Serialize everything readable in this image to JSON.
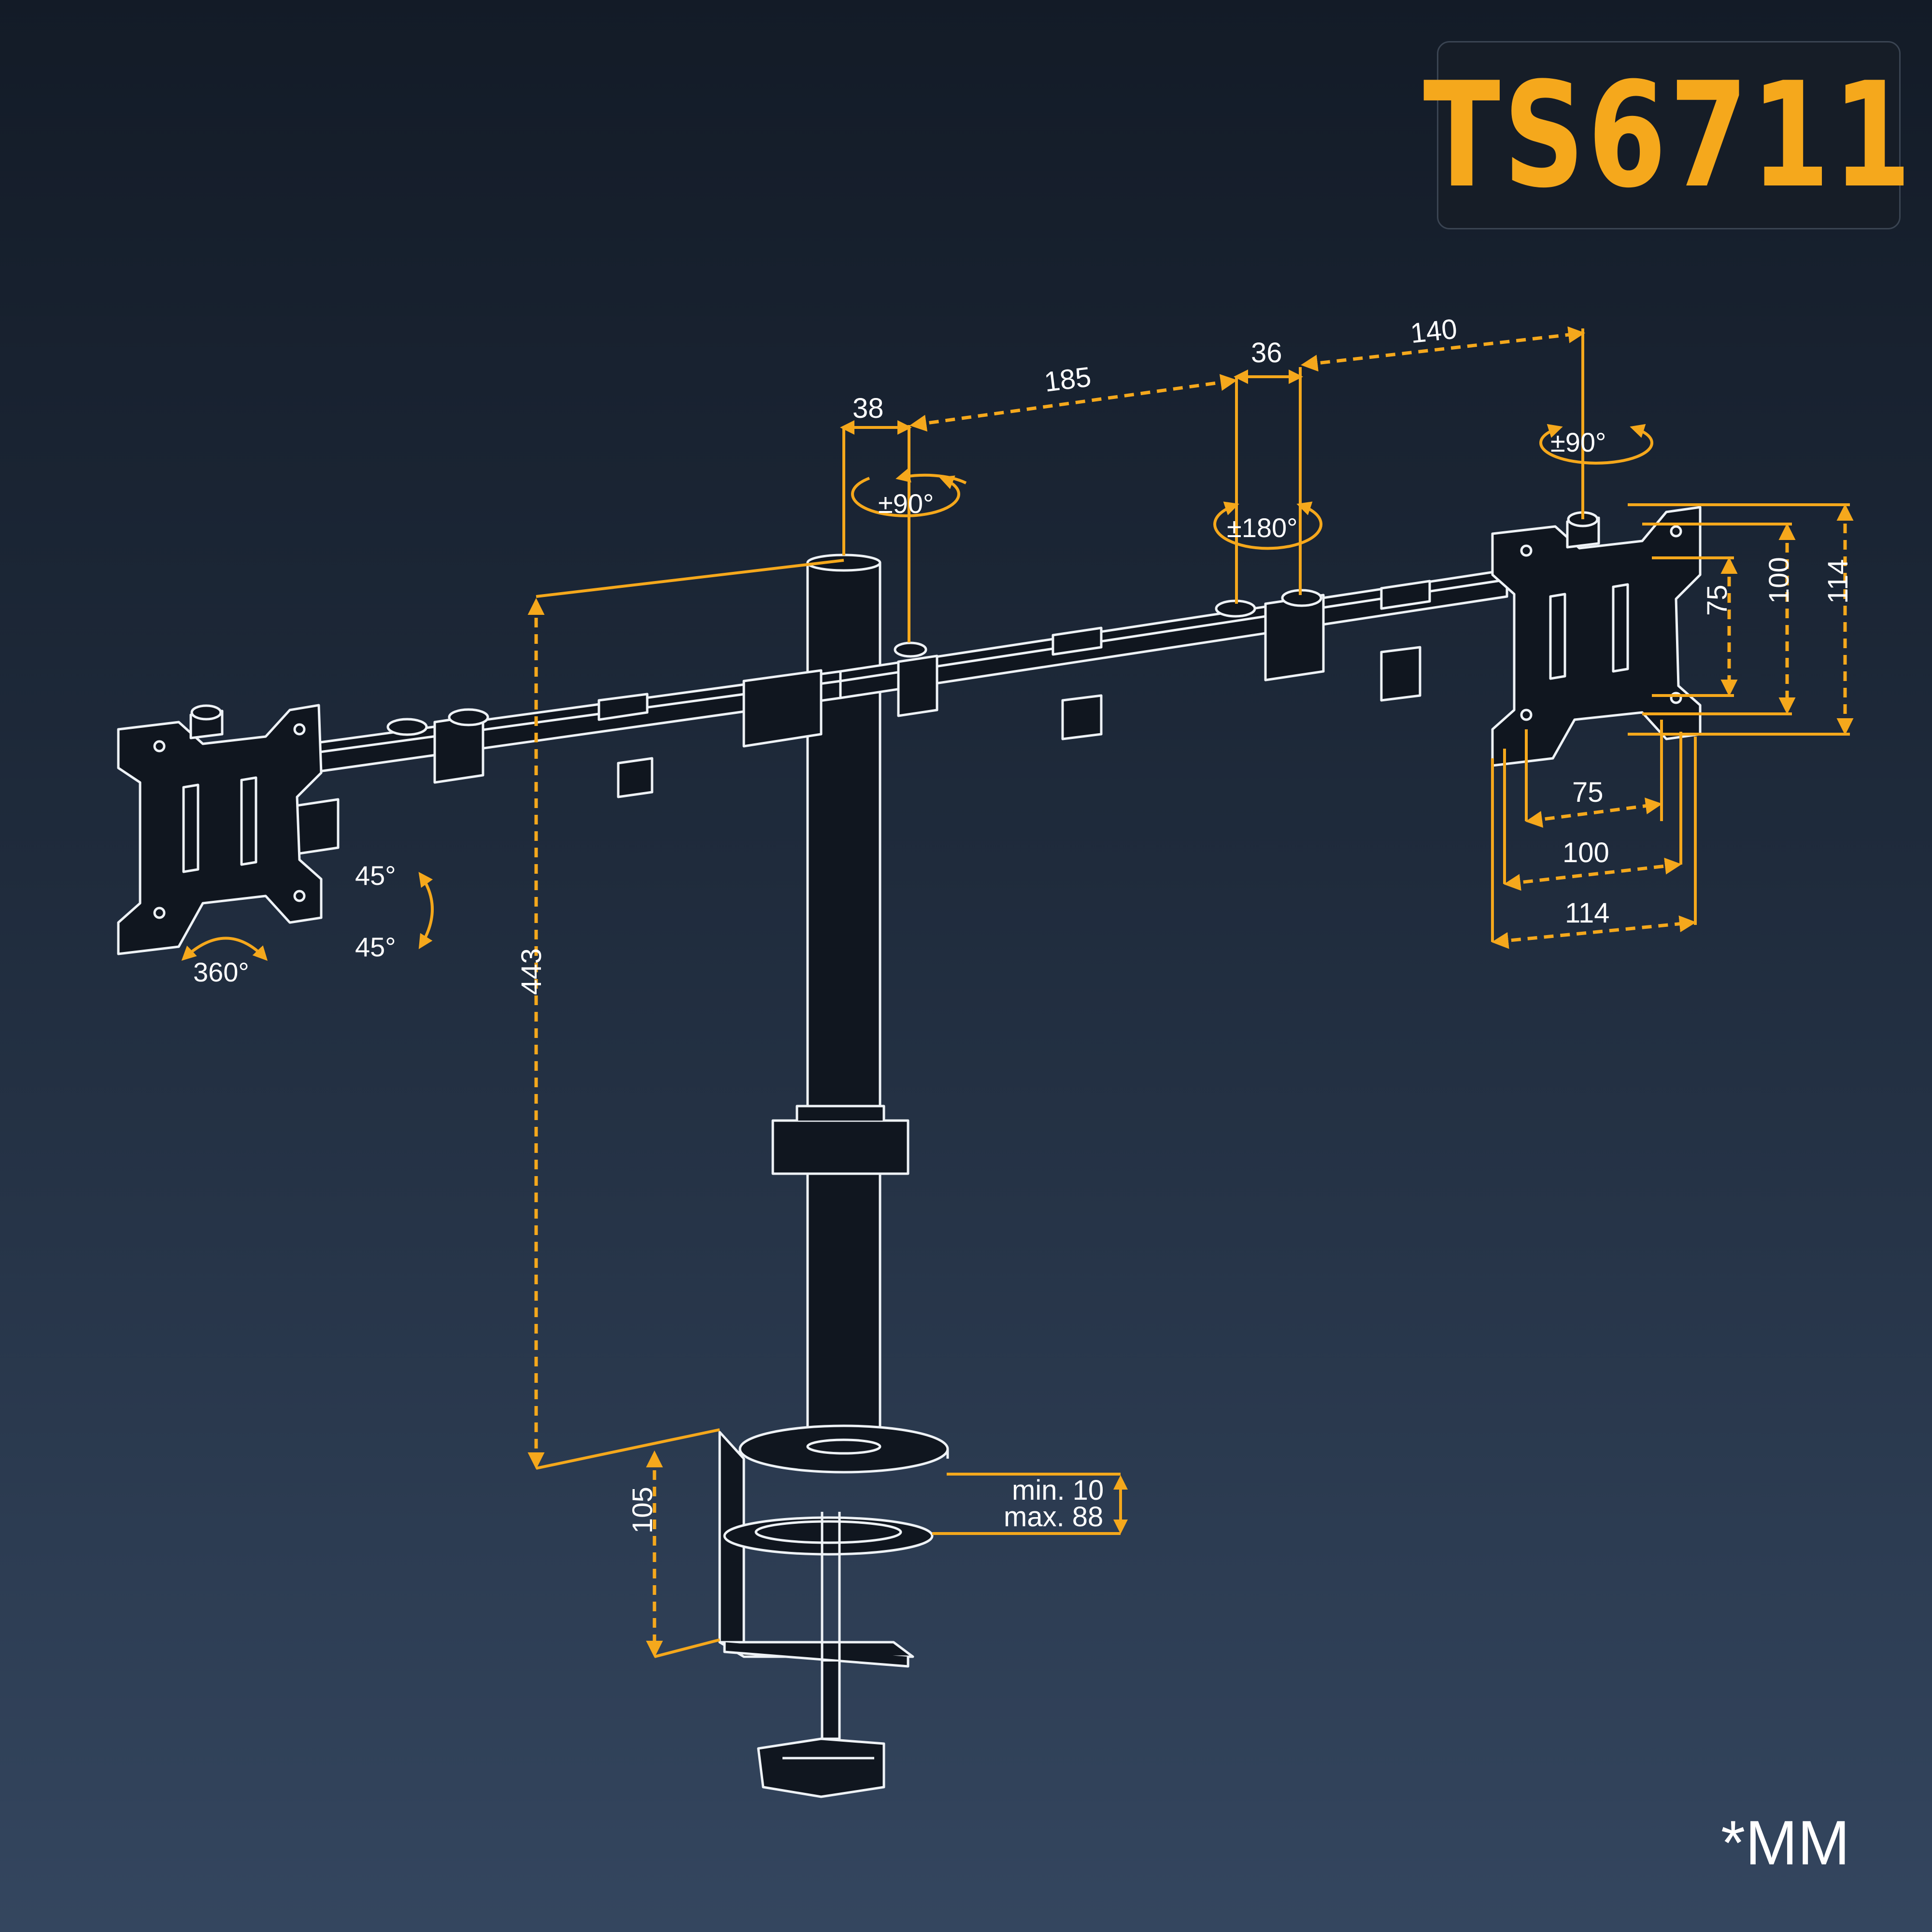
{
  "model": "TS6711",
  "unit_note": "*MM",
  "dimensions": {
    "d38": "38",
    "d185": "185",
    "d36": "36",
    "d140": "140",
    "d443": "443",
    "d105": "105",
    "clamp_min": "min. 10",
    "clamp_max": "max. 88",
    "vesa_h75": "75",
    "vesa_h100": "100",
    "vesa_h114": "114",
    "vesa_v75": "75",
    "vesa_v100": "100",
    "vesa_v114": "114"
  },
  "rotations": {
    "arm_pivot": "±90°",
    "joint": "±180°",
    "head": "±90°",
    "tilt_up": "45°",
    "tilt_down": "45°",
    "swivel": "360°"
  },
  "colors": {
    "accent": "#f5a81c",
    "line": "#eef2f6",
    "background": "#1f2b3c"
  }
}
